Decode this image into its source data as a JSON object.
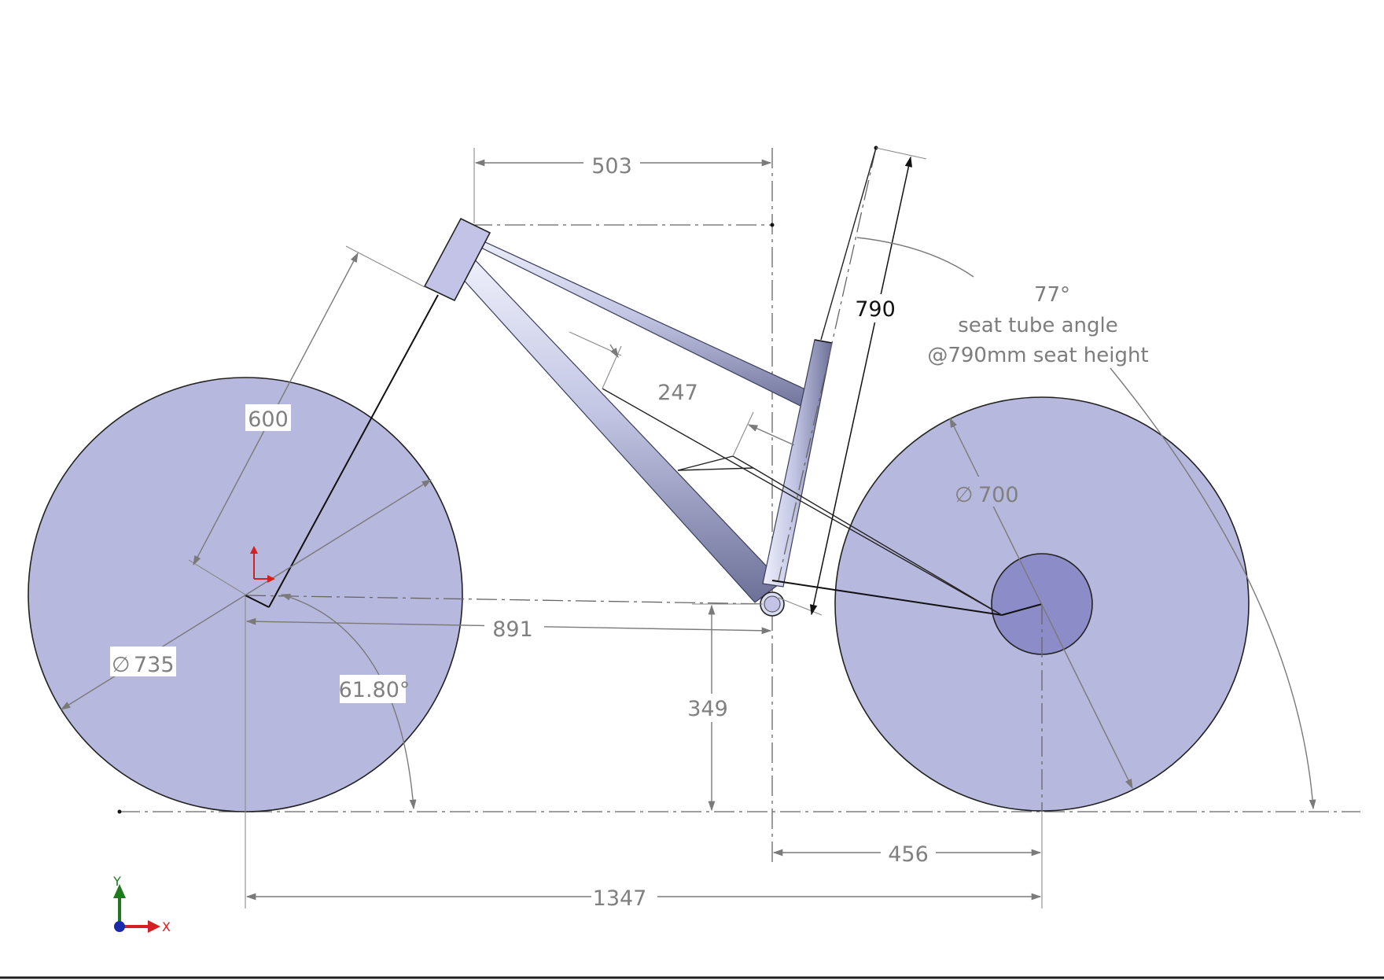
{
  "dimensions": {
    "reach": "503",
    "seat_height": "790",
    "seat_angle_note": [
      "77°",
      "seat tube angle",
      "@790mm seat height"
    ],
    "fork_length": "600",
    "bb_offset": "247",
    "front_center": "891",
    "front_wheel_diameter": "735",
    "head_angle": "61.80°",
    "bb_height": "349",
    "rear_wheel_diameter": "700",
    "chainstay": "456",
    "wheelbase": "1347",
    "diameter_symbol": "∅"
  },
  "triad": {
    "x": "X",
    "y": "Y"
  },
  "colors": {
    "wheel_fill": "#b7b8dd",
    "hub_fill": "#8b8cc8",
    "tube_light": "#d6d8ef",
    "tube_dark": "#7c80aa",
    "dimension_line": "#7a7a7a",
    "x_axis": "#d42020",
    "y_axis": "#1f7a1f",
    "origin": "#1a2aa8"
  }
}
